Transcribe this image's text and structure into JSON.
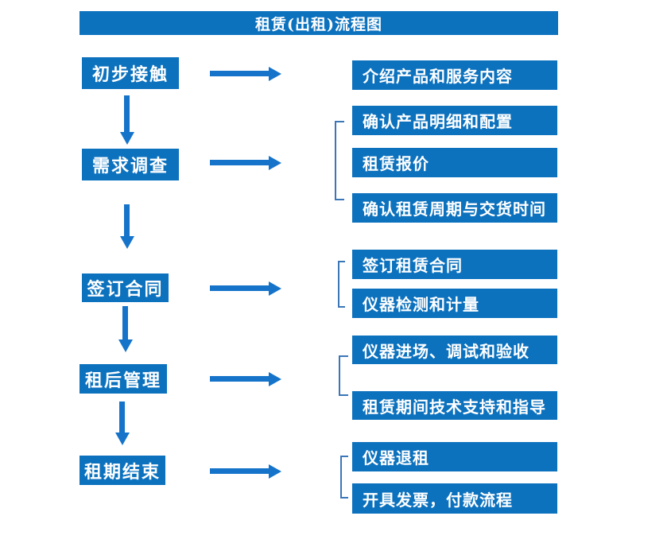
{
  "title": "租赁(出租)流程图",
  "colors": {
    "box": "#0d72be",
    "arrow": "#1574ca",
    "bracket": "#3b76b7",
    "text": "#ffffff",
    "background": "#ffffff"
  },
  "stages": [
    {
      "label": "初步接触",
      "outputs": [
        "介绍产品和服务内容"
      ]
    },
    {
      "label": "需求调查",
      "outputs": [
        "确认产品明细和配置",
        "租赁报价",
        "确认租赁周期与交货时间"
      ]
    },
    {
      "label": "签订合同",
      "outputs": [
        "签订租赁合同",
        "仪器检测和计量"
      ]
    },
    {
      "label": "租后管理",
      "outputs": [
        "仪器进场、调试和验收",
        "租赁期间技术支持和指导"
      ]
    },
    {
      "label": "租期结束",
      "outputs": [
        "仪器退租",
        "开具发票，付款流程"
      ]
    }
  ]
}
